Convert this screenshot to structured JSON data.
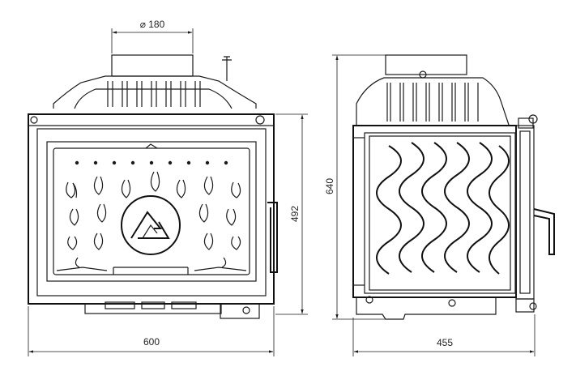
{
  "dimensions": {
    "flue_diameter": "⌀ 180",
    "front_width": "600",
    "front_height": "492",
    "side_height": "640",
    "side_depth": "455"
  },
  "colors": {
    "line": "#1a1a1a",
    "background": "#ffffff"
  },
  "icons": {
    "logo": "triangle-logo-icon"
  }
}
